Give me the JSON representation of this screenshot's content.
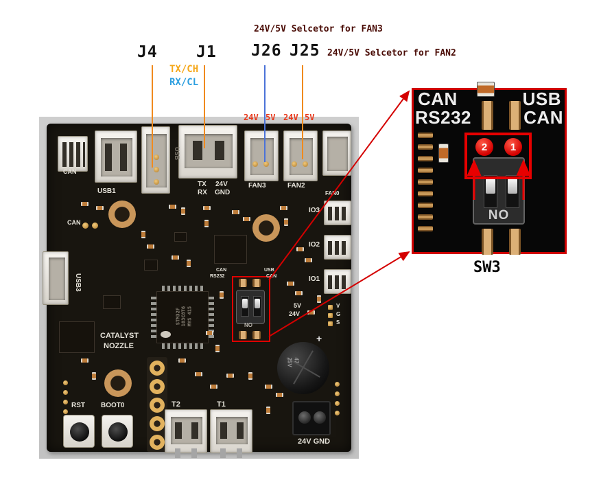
{
  "callouts": {
    "fan3_selector": "24V/5V Selcetor for FAN3",
    "fan2_selector": "24V/5V Selcetor for FAN2",
    "j4": "J4",
    "j1": "J1",
    "j26": "J26",
    "j25": "J25",
    "tx_ch": "TX/CH",
    "rx_cl": "RX/CL",
    "fan3_v24": "24V",
    "fan3_v5": "5V",
    "fan2_v24": "24V",
    "fan2_v5": "5V",
    "sw3": "SW3"
  },
  "silkscreen": {
    "usb1": "USB1",
    "can_a": "CAN",
    "can_b": "CAN",
    "usb_j1": "USB",
    "tx": "TX",
    "rx": "RX",
    "v24": "24V",
    "gnd": "GND",
    "fan3": "FAN3",
    "fan2": "FAN2",
    "fan0": "FAN0",
    "io3": "IO3",
    "io2": "IO2",
    "io1": "IO1",
    "usb3": "USB3",
    "sw_can_left": "CAN",
    "sw_rs232": "RS232",
    "sw_usb_right": "USB",
    "sw_can_right": "CAN",
    "sw_no": "NO",
    "catalyst": "CATALYST",
    "nozzle": "NOZZLE",
    "mcu_l1": "STM32F",
    "mcu_l2": "103C8T6",
    "mcu_l3": "MYS 415",
    "rst": "RST",
    "boot0": "BOOT0",
    "t2": "T2",
    "t1": "T1",
    "v5_mid": "5V",
    "v24_mid": "24V",
    "pin_v": "V",
    "pin_g": "G",
    "pin_s": "S",
    "cap_plus": "+",
    "cap_val": "47",
    "cap_volt": "25V",
    "v24gnd": "24V GND"
  },
  "inset": {
    "can_left": "CAN",
    "rs232": "RS232",
    "usb_right": "USB",
    "can_right": "CAN",
    "num2": "2",
    "num1": "1",
    "no": "NO"
  },
  "colors": {
    "leader_orange": "#f08a1e",
    "leader_blue": "#4a72d8",
    "zoom_red": "#d40000",
    "callout_red": "#e8391c",
    "tx_yellow": "#f5a81b",
    "rx_blue": "#2d9fe0"
  }
}
